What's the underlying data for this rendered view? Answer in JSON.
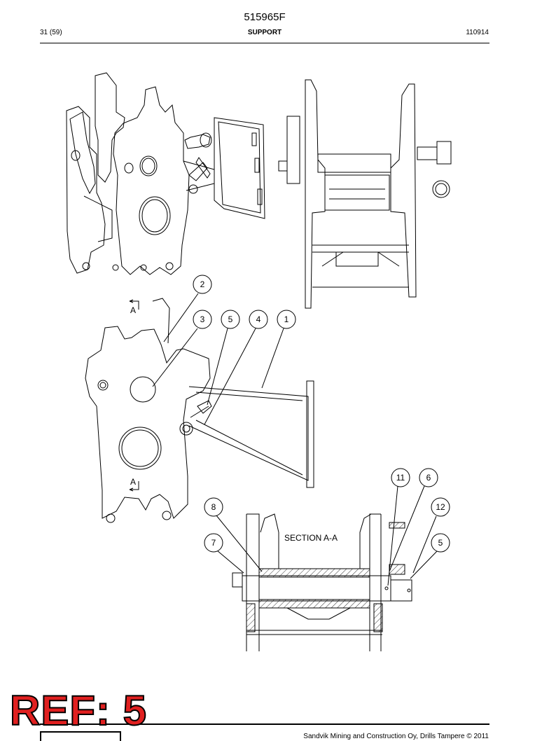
{
  "header": {
    "doc_number": "515965F",
    "page_ref": "31 (59)",
    "section": "SUPPORT",
    "revision": "110914"
  },
  "diagram": {
    "section_label": "SECTION A-A",
    "section_marker": "A",
    "callouts": [
      "1",
      "2",
      "3",
      "4",
      "5",
      "6",
      "7",
      "8",
      "11",
      "12"
    ]
  },
  "stamp": {
    "text": "REF: 5",
    "color": "#e02020"
  },
  "footer": {
    "copyright": "Sandvik Mining and Construction Oy, Drills Tampere © 2011"
  }
}
